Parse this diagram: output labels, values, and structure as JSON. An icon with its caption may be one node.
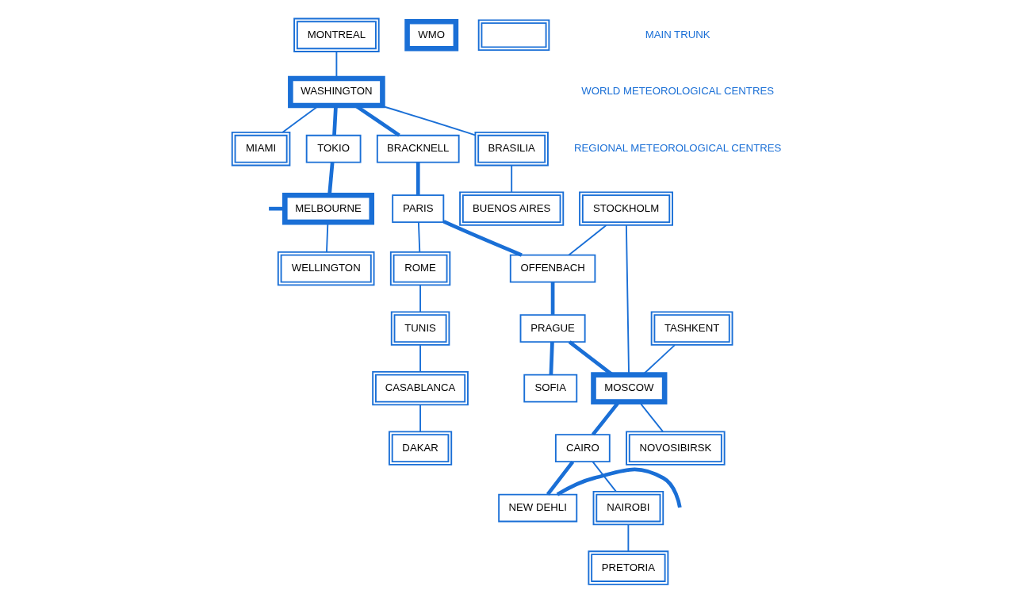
{
  "diagram": {
    "nodes": [
      {
        "text": [
          "MONTREAL"
        ]
      },
      {
        "text": [
          "WASHINGTON"
        ]
      },
      {
        "text": [
          "MIAMI"
        ]
      },
      {
        "text": [
          "TOKIO"
        ]
      },
      {
        "text": [
          "MELBOURNE"
        ]
      },
      {
        "text": [
          "WELLINGTON"
        ]
      },
      {
        "text": [
          "BRACKNELL"
        ]
      },
      {
        "text": [
          "PARIS"
        ]
      },
      {
        "text": [
          "ROME"
        ]
      },
      {
        "text": [
          "TUNIS"
        ]
      },
      {
        "text": [
          "CASABLANCA"
        ]
      },
      {
        "text": [
          "DAKAR"
        ]
      },
      {
        "text": [
          "BRASILIA"
        ]
      },
      {
        "text": [
          "BUENOS AIRES"
        ]
      },
      {
        "text": [
          "STOCKHOLM"
        ]
      },
      {
        "text": [
          "OFFENBACH"
        ]
      },
      {
        "text": [
          "PRAGUE"
        ]
      },
      {
        "text": [
          "SOFIA"
        ]
      },
      {
        "text": [
          "MOSCOW"
        ]
      },
      {
        "text": [
          "TASHKENT"
        ]
      },
      {
        "text": [
          "NOVOSIBIRSK"
        ]
      },
      {
        "text": [
          "CAIRO"
        ]
      },
      {
        "text": [
          "NEW DEHLI"
        ]
      },
      {
        "text": [
          "NAIROBI"
        ]
      },
      {
        "text": [
          "PRETORIA"
        ]
      },
      {
        "text": [
          "WMO"
        ]
      },
      {
        "text": [],
        "shape": "box"
      }
    ],
    "edges": [
      {
        "from": 0,
        "to": 1,
        "arrow": "none"
      },
      {
        "from": 1,
        "to": 2,
        "arrow": "none"
      },
      {
        "from": 1,
        "to": 3,
        "arrow": "none",
        "style": "thick"
      },
      {
        "from": 3,
        "to": 4,
        "arrow": "none",
        "style": "thick"
      },
      {
        "from": null,
        "to": 4,
        "arrow": "none",
        "style": "thick"
      },
      {
        "from": 4,
        "to": 5,
        "arrow": "none"
      },
      {
        "from": 1,
        "to": 6,
        "arrow": "none",
        "style": "thick"
      },
      {
        "from": 1,
        "to": 12,
        "arrow": "none"
      },
      {
        "from": 12,
        "to": 13,
        "arrow": "none"
      },
      {
        "from": 6,
        "to": 7,
        "arrow": "none",
        "style": "thick"
      },
      {
        "from": 7,
        "to": 15,
        "arrow": "none",
        "style": "thick"
      },
      {
        "from": 7,
        "to": 8,
        "arrow": "none"
      },
      {
        "from": 8,
        "to": 9,
        "arrow": "none"
      },
      {
        "from": 9,
        "to": 10,
        "arrow": "none"
      },
      {
        "from": 10,
        "to": 11,
        "arrow": "none"
      },
      {
        "from": 14,
        "to": 15,
        "arrow": "none"
      },
      {
        "from": 14,
        "to": 18,
        "arrow": "none"
      },
      {
        "from": 15,
        "to": 16,
        "arrow": "none",
        "style": "thick"
      },
      {
        "from": 16,
        "to": 17,
        "arrow": "none",
        "style": "thick"
      },
      {
        "from": 16,
        "to": 18,
        "arrow": "none",
        "style": "thick"
      },
      {
        "from": 19,
        "to": 18,
        "arrow": "none"
      },
      {
        "from": 18,
        "to": 20,
        "arrow": "none"
      },
      {
        "from": 18,
        "to": 21,
        "arrow": "none",
        "style": "thick"
      },
      {
        "from": 21,
        "to": 22,
        "arrow": "none",
        "style": "thick"
      },
      {
        "from": 22,
        "to": null,
        "arrow": "none",
        "style": "thick"
      },
      {
        "from": 21,
        "to": 23,
        "arrow": "none"
      },
      {
        "from": 23,
        "to": 24,
        "arrow": "none"
      }
    ],
    "legend": [
      {
        "text": "MAIN TRUNK"
      },
      {
        "text": "WORLD METEOROLOGICAL CENTRES"
      },
      {
        "text": "REGIONAL METEOROLOGICAL CENTRES"
      }
    ]
  }
}
